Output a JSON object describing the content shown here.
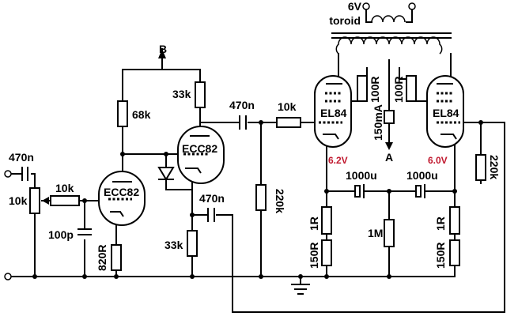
{
  "transformer": {
    "line1": "6V",
    "line2": "toroid"
  },
  "nodes": {
    "supply_b": "B",
    "test_a": "A"
  },
  "tubes": {
    "preamp_left": "ECC82",
    "preamp_right": "ECC82",
    "power_left": "EL84",
    "power_right": "EL84"
  },
  "voltages": {
    "left": "6.2V",
    "right": "6.0V"
  },
  "components": {
    "c_input": "470n",
    "pot_volume": "10k",
    "r_grid_stop": "10k",
    "c_100p": "100p",
    "r_820": "820R",
    "r_68k": "68k",
    "r_33k_top": "33k",
    "r_33k_bottom": "33k",
    "c_couple_top": "470n",
    "c_couple_mid": "470n",
    "r_10k_el84": "10k",
    "r_220k_left": "220k",
    "r_100R_left": "100R",
    "r_100R_right": "100R",
    "ammeter": "150mA",
    "c_1000u_left": "1000u",
    "c_1000u_right": "1000u",
    "r_1R_left": "1R",
    "r_150R_left": "150R",
    "r_1M": "1M",
    "r_1R_right": "1R",
    "r_150R_right": "150R",
    "r_220k_right": "220k"
  }
}
